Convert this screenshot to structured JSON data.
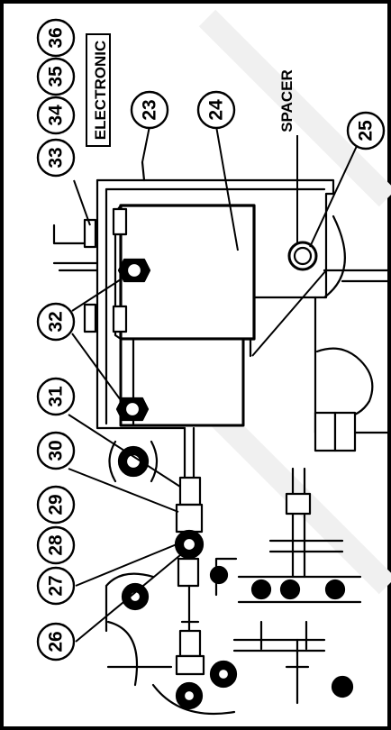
{
  "labels": {
    "electronic": "ELECTRONIC",
    "spacer": "SPACER"
  },
  "callouts": [
    {
      "id": "c36",
      "text": "36"
    },
    {
      "id": "c35",
      "text": "35"
    },
    {
      "id": "c34",
      "text": "34"
    },
    {
      "id": "c33",
      "text": "33"
    },
    {
      "id": "c23",
      "text": "23"
    },
    {
      "id": "c24",
      "text": "24"
    },
    {
      "id": "c25",
      "text": "25"
    },
    {
      "id": "c32",
      "text": "32"
    },
    {
      "id": "c31",
      "text": "31"
    },
    {
      "id": "c30",
      "text": "30"
    },
    {
      "id": "c29",
      "text": "29"
    },
    {
      "id": "c28",
      "text": "28"
    },
    {
      "id": "c27",
      "text": "27"
    },
    {
      "id": "c26",
      "text": "26"
    }
  ],
  "colors": {
    "ink": "#000000",
    "paper": "#ffffff"
  }
}
